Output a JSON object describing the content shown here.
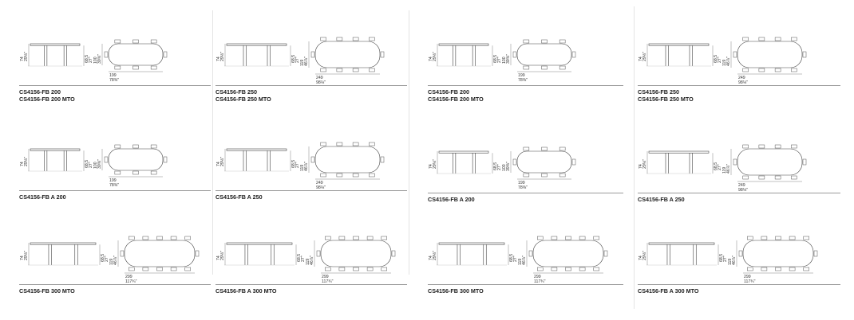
{
  "measurements": {
    "height": "74",
    "height_in": "29⅛\"",
    "knee": "68,5",
    "knee_in": "27\"",
    "width_100": "100",
    "width_100_in": "39⅜\"",
    "width_119": "119",
    "width_119_in": "46⅞\""
  },
  "panels": [
    {
      "cells": [
        {
          "lines": [
            "CS4156-FB 200",
            "CS4156-FB 200 MTO"
          ],
          "length": "199",
          "length_in": "78⅜\"",
          "depth": "100",
          "depth_in": "39⅜\"",
          "seats_side": 3
        },
        {
          "lines": [
            "CS4156-FB A 200"
          ],
          "length": "199",
          "length_in": "78⅜\"",
          "depth": "100",
          "depth_in": "39⅜\"",
          "seats_side": 3
        },
        {
          "lines": [
            "CS4156-FB 300 MTO"
          ],
          "length": "299",
          "length_in": "117¾\"",
          "depth": "119",
          "depth_in": "46⅞\"",
          "seats_side": 5
        }
      ]
    },
    {
      "cells": [
        {
          "lines": [
            "CS4156-FB 250",
            "CS4156-FB 250 MTO"
          ],
          "length": "249",
          "length_in": "98⅛\"",
          "depth": "119",
          "depth_in": "46⅞\"",
          "seats_side": 4
        },
        {
          "lines": [
            "CS4156-FB A 250"
          ],
          "length": "249",
          "length_in": "98⅛\"",
          "depth": "119",
          "depth_in": "46⅞\"",
          "seats_side": 4
        },
        {
          "lines": [
            "CS4156-FB A 300 MTO"
          ],
          "length": "299",
          "length_in": "117¾\"",
          "depth": "119",
          "depth_in": "46⅞\"",
          "seats_side": 5
        }
      ]
    },
    {
      "cells": [
        {
          "lines": [
            "CS4156-FB 200",
            "CS4156-FB 200 MTO"
          ],
          "length": "199",
          "length_in": "78⅜\"",
          "depth": "100",
          "depth_in": "39⅜\"",
          "seats_side": 3
        },
        {
          "lines": [
            "CS4156-FB A 200"
          ],
          "length": "199",
          "length_in": "78⅜\"",
          "depth": "100",
          "depth_in": "39⅜\"",
          "seats_side": 3
        },
        {
          "lines": [
            "CS4156-FB 300 MTO"
          ],
          "length": "299",
          "length_in": "117¾\"",
          "depth": "119",
          "depth_in": "46⅞\"",
          "seats_side": 5
        }
      ]
    },
    {
      "cells": [
        {
          "lines": [
            "CS4156-FB 250",
            "CS4156-FB 250 MTO"
          ],
          "length": "249",
          "length_in": "98⅛\"",
          "depth": "119",
          "depth_in": "46⅞\"",
          "seats_side": 4
        },
        {
          "lines": [
            "CS4156-FB A 250"
          ],
          "length": "249",
          "length_in": "98⅛\"",
          "depth": "119",
          "depth_in": "46⅞\"",
          "seats_side": 4
        },
        {
          "lines": [
            "CS4156-FB A 300 MTO"
          ],
          "length": "299",
          "length_in": "117¾\"",
          "depth": "119",
          "depth_in": "46⅞\"",
          "seats_side": 5
        }
      ]
    }
  ]
}
